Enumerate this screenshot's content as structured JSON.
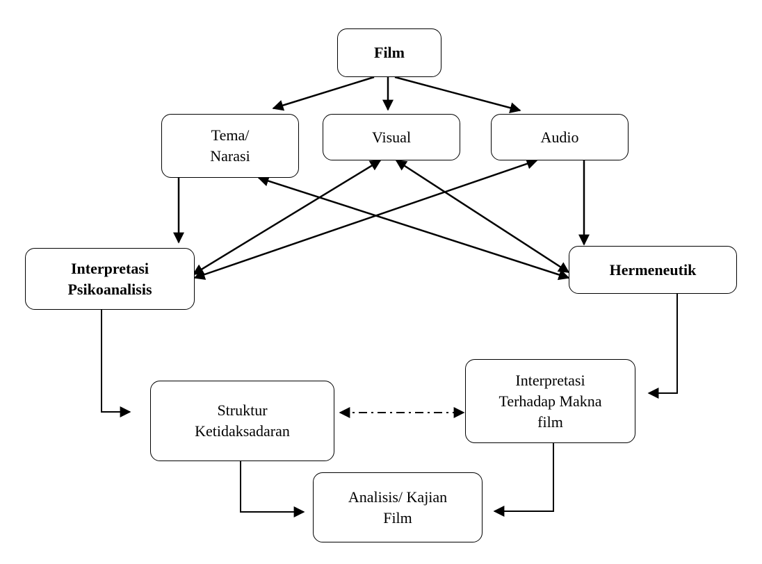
{
  "nodes": {
    "film": {
      "lines": [
        "Film"
      ]
    },
    "tema": {
      "lines": [
        "Tema/",
        "Narasi"
      ]
    },
    "visual": {
      "lines": [
        "Visual"
      ]
    },
    "audio": {
      "lines": [
        "Audio"
      ]
    },
    "psikoanalisis": {
      "lines": [
        "Interpretasi",
        "Psikoanalisis"
      ]
    },
    "hermeneutik": {
      "lines": [
        "Hermeneutik"
      ]
    },
    "struktur": {
      "lines": [
        "Struktur",
        "Ketidaksadaran"
      ]
    },
    "makna": {
      "lines": [
        "Interpretasi",
        "Terhadap Makna",
        "film"
      ]
    },
    "analisis": {
      "lines": [
        "Analisis/ Kajian",
        "Film"
      ]
    }
  },
  "colors": {
    "stroke": "#000000",
    "background": "#ffffff"
  }
}
